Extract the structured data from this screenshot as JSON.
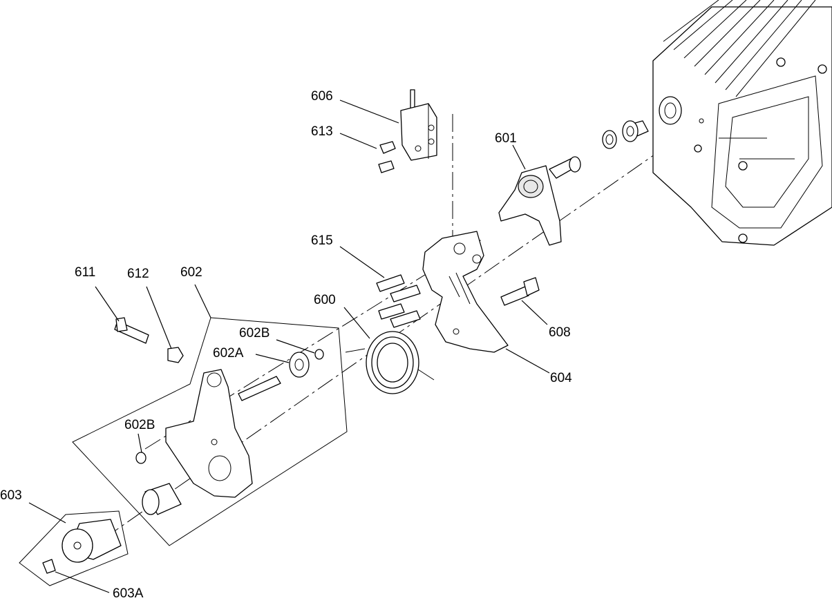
{
  "callouts": {
    "c600": "600",
    "c601": "601",
    "c602": "602",
    "c602A": "602A",
    "c602B_top": "602B",
    "c602B_bottom": "602B",
    "c603": "603",
    "c603A": "603A",
    "c604": "604",
    "c606": "606",
    "c608": "608",
    "c611": "611",
    "c612": "612",
    "c613": "613",
    "c615": "615"
  }
}
